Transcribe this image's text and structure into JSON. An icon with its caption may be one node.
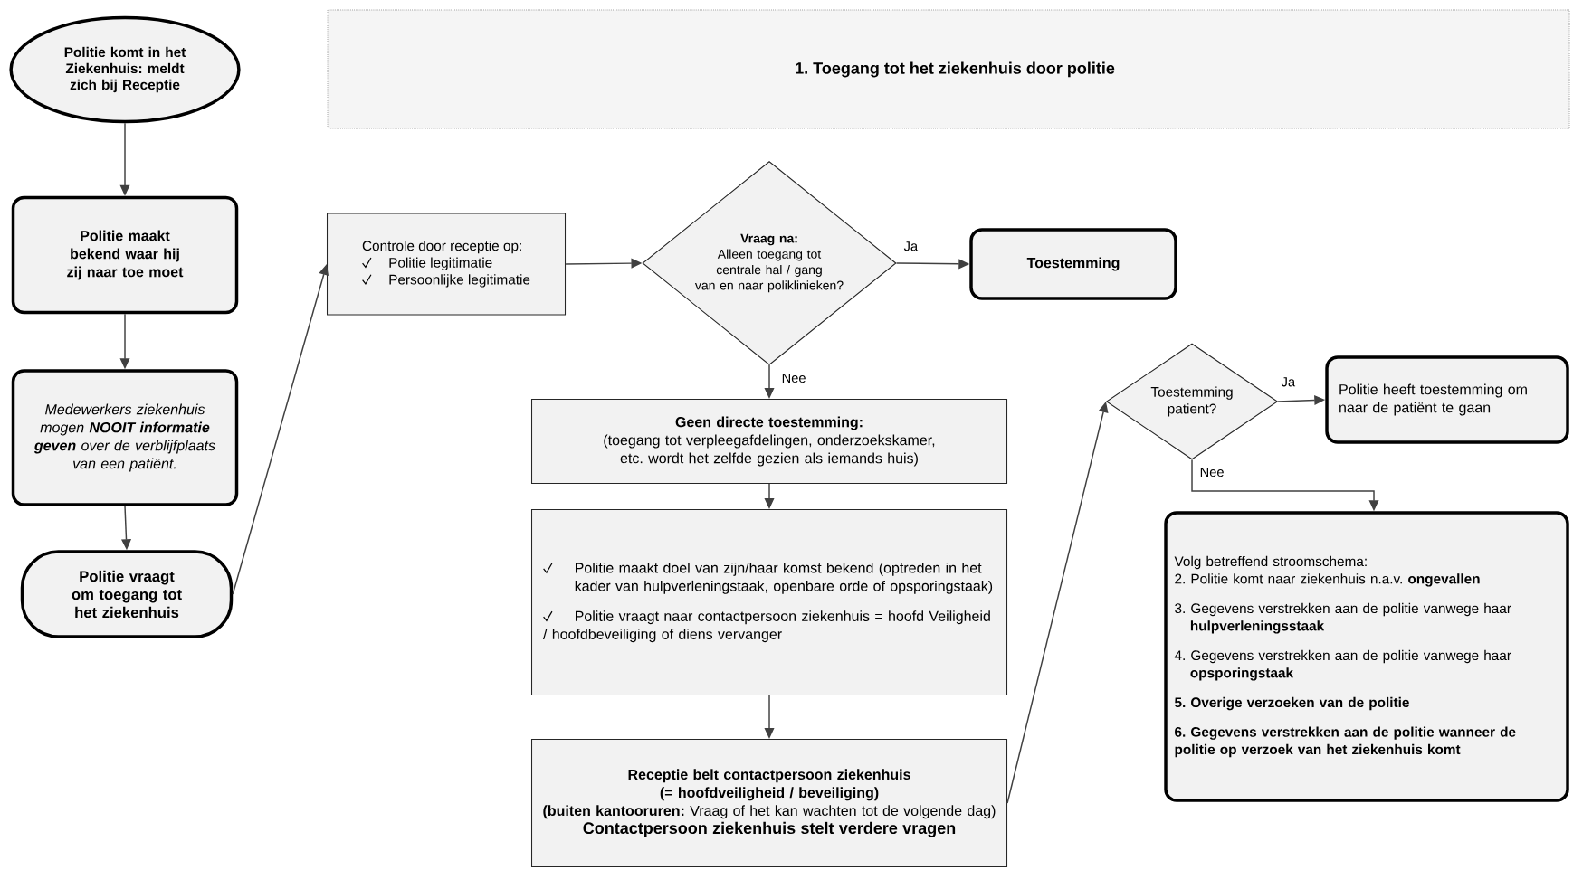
{
  "diagram": {
    "title": "1. Toegang tot het ziekenhuis door politie",
    "nodes": [
      {
        "text": [
          "Politie komt in het Ziekenhuis: meldt zich bij Receptie"
        ]
      },
      {
        "text": [
          "Politie maakt bekend waar hij zij naar toe moet"
        ]
      },
      {
        "text": [
          "Medewerkers ziekenhuis mogen **NOOIT informatie geven** over de verblijfplaats van een patiënt."
        ]
      },
      {
        "text": [
          "Politie vraagt om toegang tot het ziekenhuis"
        ]
      },
      {
        "text": [
          "Controle door receptie op:",
          "Politie legitimatie",
          "Persoonlijke legitimatie"
        ]
      },
      {
        "text": [
          "Vraag na:",
          "Alleen toegang tot centrale hal / gang van en naar poliklinieken?"
        ]
      },
      {
        "text": [
          "Toestemming"
        ]
      },
      {
        "text": [
          "Geen directe toestemming:",
          "(toegang tot verpleegafdelingen, onderzoekskamer, etc. wordt het zelfde gezien als iemands huis)"
        ]
      },
      {
        "text": [
          "Politie maakt doel van zijn/haar komst bekend (optreden in het kader van hulpverleningstaak, openbare orde of opsporingstaak)",
          "Politie vraagt naar contactpersoon ziekenhuis = hoofd Veiligheid / hoofdbeveiliging of diens vervanger"
        ]
      },
      {
        "text": [
          "Receptie belt contactpersoon ziekenhuis (= hoofdveiligheid / beveiliging)",
          "**(buiten kantooruren:** Vraag of het kan wachten tot de volgende dag)",
          "Contactpersoon ziekenhuis stelt verdere vragen"
        ]
      },
      {
        "text": [
          "Toestemming patient?"
        ]
      },
      {
        "text": [
          "Politie heeft toestemming om naar de patiënt te gaan"
        ]
      },
      {
        "text": [
          "Volg betreffend stroomschema:",
          "2. Politie komt naar ziekenhuis n.a.v. **ongevallen**",
          "3. Gegevens verstrekken aan de politie vanwege haar **hulpverleningsstaak**",
          "4. Gegevens verstrekken aan de politie vanwege haar **opsporingstaak**",
          "5. Overige verzoeken van de politie",
          "6. Gegevens verstrekken aan de politie wanneer de politie op verzoek van het ziekenhuis komt"
        ]
      }
    ],
    "edges": [
      {
        "from": 0,
        "to": 1,
        "arrow": "to"
      },
      {
        "from": 1,
        "to": 2,
        "arrow": "to"
      },
      {
        "from": 2,
        "to": 3,
        "arrow": "to"
      },
      {
        "from": 3,
        "to": 4,
        "arrow": "to"
      },
      {
        "from": 4,
        "to": 5,
        "arrow": "to"
      },
      {
        "from": 5,
        "to": 6,
        "arrow": "to",
        "label": "Ja"
      },
      {
        "from": 5,
        "to": 7,
        "arrow": "to",
        "label": "Nee"
      },
      {
        "from": 7,
        "to": 8,
        "arrow": "to"
      },
      {
        "from": 8,
        "to": 9,
        "arrow": "to"
      },
      {
        "from": 9,
        "to": 10,
        "arrow": "to"
      },
      {
        "from": 10,
        "to": 11,
        "arrow": "to",
        "label": "Ja"
      },
      {
        "from": 10,
        "to": 12,
        "arrow": "to",
        "label": "Nee"
      }
    ]
  }
}
